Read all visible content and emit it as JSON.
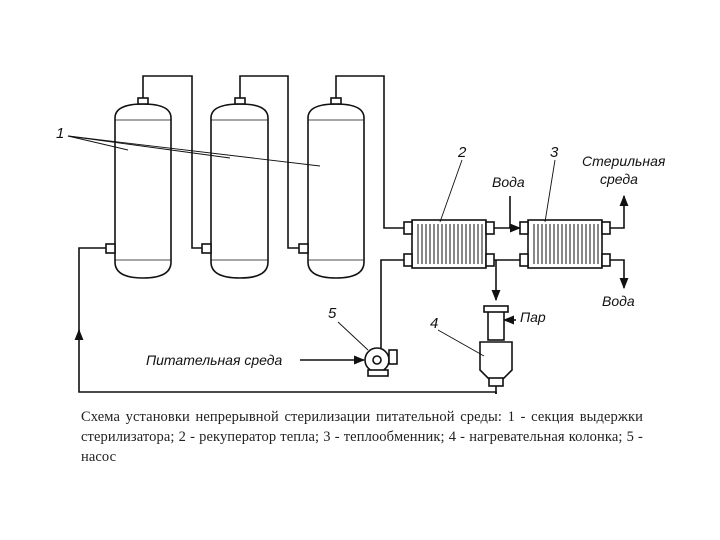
{
  "labels": {
    "section_number": "1",
    "recuperator_number": "2",
    "heat_exchanger_number": "3",
    "heating_column_number": "4",
    "pump_number": "5",
    "water_in": "Вода",
    "water_out": "Вода",
    "sterile_medium_line1": "Стерильная",
    "sterile_medium_line2": "среда",
    "steam": "Пар",
    "feed_medium": "Питательная среда"
  },
  "caption": "Схема установки непрерывной стерилизации питательной среды: 1 - секция выдержки стерилизатора; 2 - рекуператор тепла; 3 - теплообменник; 4 - нагревательная колонка; 5 - насос"
}
